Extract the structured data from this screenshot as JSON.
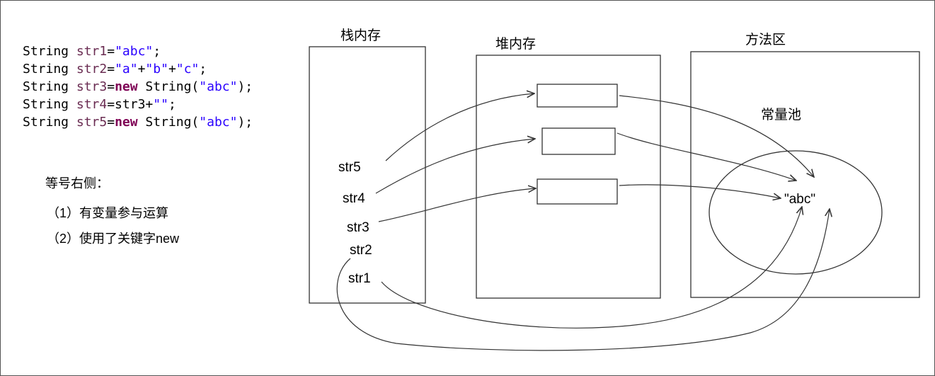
{
  "code": {
    "lines": [
      [
        {
          "t": "String ",
          "c": "plain"
        },
        {
          "t": "str1",
          "c": "var"
        },
        {
          "t": "=",
          "c": "plain"
        },
        {
          "t": "\"abc\"",
          "c": "str"
        },
        {
          "t": ";",
          "c": "plain"
        }
      ],
      [
        {
          "t": "String ",
          "c": "plain"
        },
        {
          "t": "str2",
          "c": "var"
        },
        {
          "t": "=",
          "c": "plain"
        },
        {
          "t": "\"a\"",
          "c": "str"
        },
        {
          "t": "+",
          "c": "plain"
        },
        {
          "t": "\"b\"",
          "c": "str"
        },
        {
          "t": "+",
          "c": "plain"
        },
        {
          "t": "\"c\"",
          "c": "str"
        },
        {
          "t": ";",
          "c": "plain"
        }
      ],
      [
        {
          "t": "String ",
          "c": "plain"
        },
        {
          "t": "str3",
          "c": "var"
        },
        {
          "t": "=",
          "c": "plain"
        },
        {
          "t": "new",
          "c": "kw"
        },
        {
          "t": " String(",
          "c": "plain"
        },
        {
          "t": "\"abc\"",
          "c": "str"
        },
        {
          "t": ");",
          "c": "plain"
        }
      ],
      [
        {
          "t": "String ",
          "c": "plain"
        },
        {
          "t": "str4",
          "c": "var"
        },
        {
          "t": "=str3+",
          "c": "plain"
        },
        {
          "t": "\"\"",
          "c": "str"
        },
        {
          "t": ";",
          "c": "plain"
        }
      ],
      [
        {
          "t": "String ",
          "c": "plain"
        },
        {
          "t": "str5",
          "c": "var"
        },
        {
          "t": "=",
          "c": "plain"
        },
        {
          "t": "new",
          "c": "kw"
        },
        {
          "t": " String(",
          "c": "plain"
        },
        {
          "t": "\"abc\"",
          "c": "str"
        },
        {
          "t": ");",
          "c": "plain"
        }
      ]
    ]
  },
  "notes": {
    "heading": "等号右侧：",
    "item1": "（1）有变量参与运算",
    "item2": "（2）使用了关键字new"
  },
  "regions": {
    "stack": "栈内存",
    "heap": "堆内存",
    "method_area": "方法区",
    "constant_pool": "常量池"
  },
  "stack_vars": [
    "str5",
    "str4",
    "str3",
    "str2",
    "str1"
  ],
  "pool_value": "\"abc\"",
  "colors": {
    "text": "#000000",
    "variable": "#6a2c52",
    "string_literal": "#2a00ff",
    "keyword": "#7f0055",
    "stroke": "#333333"
  }
}
